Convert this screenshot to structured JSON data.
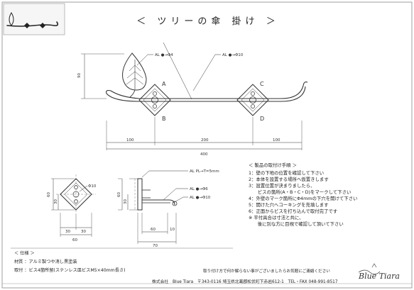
{
  "title": "＜ ツリーの傘 掛け ＞",
  "callouts": {
    "top_al_4": "AL ●→Φ4",
    "top_al_10": "AL ●→Φ10",
    "side_al_pl": "AL PL→T=5mm",
    "side_al_6": "AL ●→Φ6",
    "side_al_10": "AL ●→Φ10",
    "front_10": "Φ10"
  },
  "points": {
    "a": "A",
    "b": "B",
    "c": "C",
    "d": "D"
  },
  "dimensions": {
    "height_90": "90",
    "d100_left": "100",
    "d200": "200",
    "d100_right": "100",
    "d400": "400",
    "front_30a": "30",
    "front_30b": "30",
    "front_60": "60",
    "front_h30": "30",
    "front_h60": "60",
    "side_60": "60",
    "side_10": "10",
    "side_70": "70",
    "side_h30": "30",
    "side_h60": "60"
  },
  "steps": {
    "heading": "＜ 製品の取付け手順 ＞",
    "items": [
      "1：壁の下地の位置を確認して下さい",
      "2：本体を設置する場所へ仮置きします",
      "3：設置位置が決まりましたら、",
      "　　ビスの箇所(A・B・C・D)をマークして下さい",
      "4：外壁のマーク箇所にΦ4mmの下穴を開けて下さい",
      "5：開けた穴へコーキングを充填します",
      "6：正面からビスを打ち込んで取付完了です",
      "※ 平付具合は寸法と共に、",
      "　　後に別な方に目視で確認して頂いて下さい"
    ]
  },
  "spec": {
    "heading": "＜ 仕様 ＞",
    "material": "材質 ：アルミ製つや消し黒塗装",
    "mounting": "取付 ：ビス4箇所留(ステンレス皿ビスM5×40mm長さ)"
  },
  "notice": "取り付け方で何か解らない事がございましたらお気軽にご連絡ください",
  "company": "株式会社　Blue Tiara　〒343-0116 埼玉県北葛郡松伏町下赤岩612-1　TEL・FAX 048-991-8517",
  "logo": "Blue Tiara"
}
